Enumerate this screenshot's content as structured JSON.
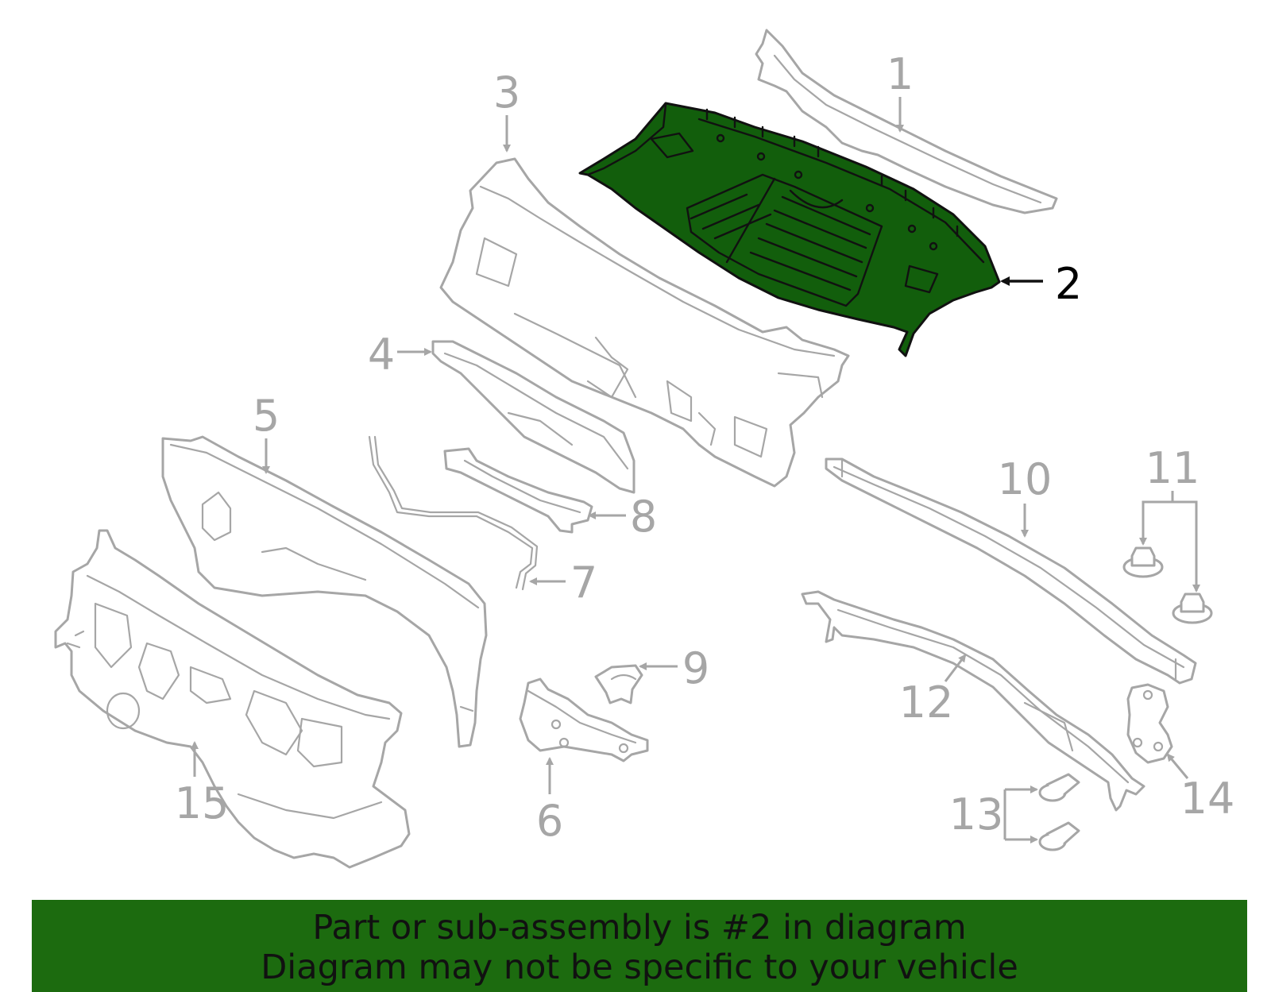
{
  "colors": {
    "highlight_fill": "#125e0c",
    "banner_background": "#1c6b0f",
    "part_outline": "#a6a6a6",
    "highlight_outline": "#111111"
  },
  "highlighted_part": "2",
  "callouts": {
    "c1": "1",
    "c2": "2",
    "c3": "3",
    "c4": "4",
    "c5": "5",
    "c6": "6",
    "c7": "7",
    "c8": "8",
    "c9": "9",
    "c10": "10",
    "c11": "11",
    "c12": "12",
    "c13": "13",
    "c14": "14",
    "c15": "15"
  },
  "banner": {
    "line1": "Part or sub-assembly is #2 in diagram",
    "line2": "Diagram may not be specific to your vehicle"
  }
}
